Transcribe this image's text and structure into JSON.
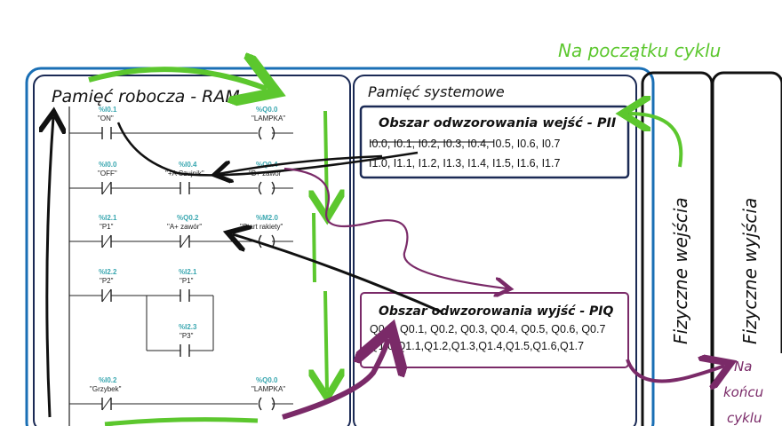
{
  "labels": {
    "top_right": "Na początku cyklu",
    "ram_title": "Pamięć robocza - RAM",
    "system_title": "Pamięć systemowe",
    "pii_title": "Obszar odwzorowania wejść - PII",
    "piq_title": "Obszar odwzorowania wyjść - PIQ",
    "phys_in": "Fizyczne wejścia",
    "phys_out": "Fizyczne wyjścia",
    "end_cycle_1": "Na",
    "end_cycle_2": "końcu",
    "end_cycle_3": "cyklu"
  },
  "pii_rows": [
    "I0.0, I0.1, I0.2, I0.3, I0.4, I0.5, I0.6, I0.7",
    "I1.0, I1.1, I1.2, I1.3, I1.4, I1.5, I1.6, I1.7"
  ],
  "piq_rows": [
    "Q0.0, Q0.1, Q0.2, Q0.3, Q0.4, Q0.5, Q0.6, Q0.7",
    "Q1.0,Q1.1,Q1.2,Q1.3,Q1.4,Q1.5,Q1.6,Q1.7"
  ],
  "ladder": {
    "n1_c1_addr": "%I0.1",
    "n1_c1_sym": "\"ON\"",
    "n1_coil_addr": "%Q0.0",
    "n1_coil_sym": "\"LAMPKA\"",
    "n2_c1_addr": "%I0.0",
    "n2_c1_sym": "\"OFF\"",
    "n2_c2_addr": "%I0.4",
    "n2_c2_sym": "\"+A Czujnik\"",
    "n2_coil_addr": "%Q0.4",
    "n2_coil_sym": "\"B+ zawór\"",
    "n3_c1_addr": "%I2.1",
    "n3_c1_sym": "\"P1\"",
    "n3_c2_addr": "%Q0.2",
    "n3_c2_sym": "\"A+ zawór\"",
    "n3_coil_addr": "%M2.0",
    "n3_coil_sym": "\"Start rakiety\"",
    "n4_c1_addr": "%I2.2",
    "n4_c1_sym": "\"P2\"",
    "n4_c2_addr": "%I2.1",
    "n4_c2_sym": "\"P1\"",
    "n4_c3_addr": "%I2.3",
    "n4_c3_sym": "\"P3\"",
    "n5_c1_addr": "%I0.2",
    "n5_c1_sym": "\"Grzybek\"",
    "n5_coil_addr": "%Q0.0",
    "n5_coil_sym": "\"LAMPKA\""
  },
  "colors": {
    "blue": "#1a6fb5",
    "dark": "#1b2a55",
    "green": "#5cc72e",
    "purple": "#7a2a68",
    "black": "#111111"
  }
}
